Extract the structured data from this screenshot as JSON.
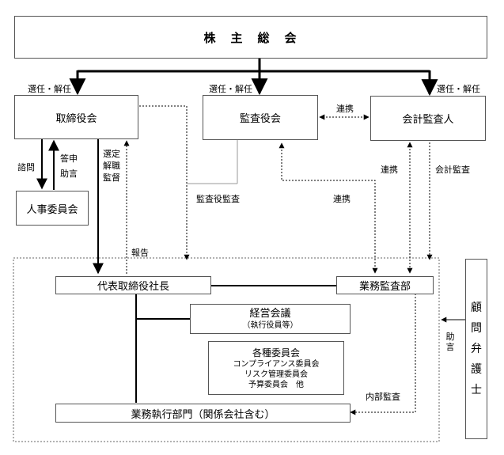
{
  "nodes": {
    "shareholders": "株　主　総　会",
    "board": "取締役会",
    "auditors": "監査役会",
    "accounting_auditor": "会計監査人",
    "hr_committee": "人事委員会",
    "president": "代表取締役社長",
    "internal_audit": "業務監査部",
    "management_meeting": "経営会議",
    "management_meeting_sub": "（執行役員等）",
    "committees_title": "各種委員会",
    "committees_items": [
      "コンプライアンス委員会",
      "リスク管理委員会",
      "予算委員会　他"
    ],
    "operations": "業務執行部門（関係会社含む）",
    "legal_advisor": "顧問弁護士"
  },
  "labels": {
    "elect_dismiss_board": "選任・解任",
    "elect_dismiss_auditors": "選任・解任",
    "elect_dismiss_accounting": "選任・解任",
    "cooperation_top": "連携",
    "consult": "諮問",
    "answer": "答申",
    "advice_hr": "助言",
    "select_dismiss_supervise": [
      "選定",
      "解職",
      "監督"
    ],
    "report": "報告",
    "audit_of_auditors": "監査役監査",
    "cooperation_mid": "連携",
    "cooperation_right": "連携",
    "accounting_audit": "会計監査",
    "advice_legal": "助言",
    "internal_audit_label": "内部監査"
  }
}
